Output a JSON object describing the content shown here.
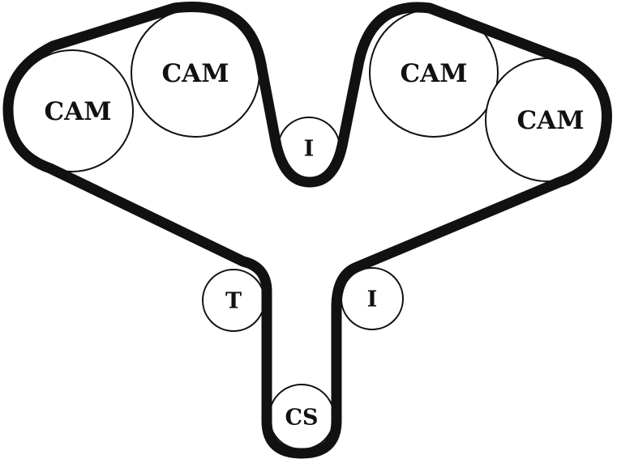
{
  "colors": {
    "belt": "#111111",
    "pulley_fill": "#ffffff",
    "background": "#ffffff"
  },
  "labels": {
    "cam_outer_left": "CAM",
    "cam_inner_left": "CAM",
    "cam_inner_right": "CAM",
    "cam_outer_right": "CAM",
    "idler_top": "I",
    "tensioner": "T",
    "idler_lower": "I",
    "crankshaft": "CS"
  }
}
